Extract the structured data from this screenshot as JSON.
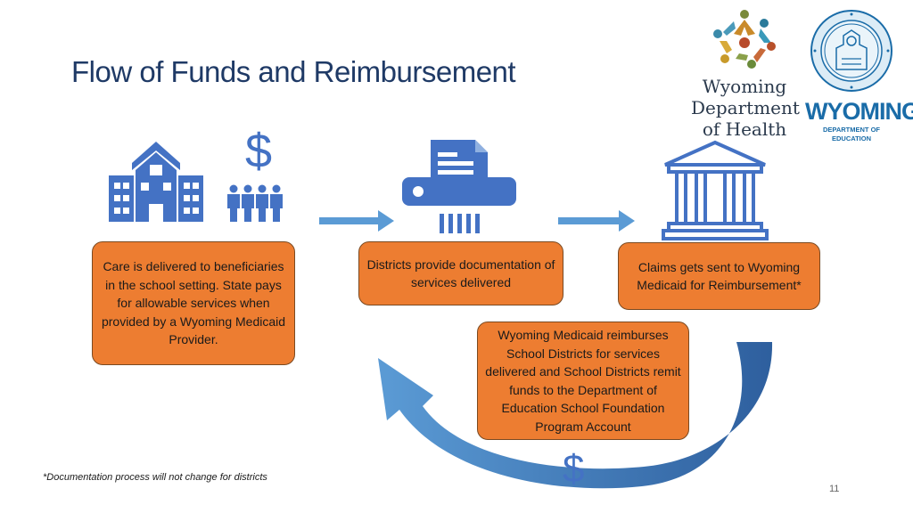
{
  "title": "Flow of Funds and Reimbursement",
  "boxes": {
    "care": "Care is delivered to beneficiaries in the school setting. State pays for allowable services when provided by a Wyoming Medicaid Provider.",
    "districts": "Districts provide documentation of services delivered",
    "claims": "Claims gets sent to Wyoming Medicaid for Reimbursement*",
    "reimburse": "Wyoming Medicaid reimburses School Districts for services delivered and School Districts remit funds to the Department of Education School Foundation Program Account"
  },
  "symbols": {
    "dollar": "$"
  },
  "footnote": "*Documentation process will not change for districts",
  "page_number": "11",
  "logos": {
    "health": {
      "line1": "Wyoming",
      "line2": "Department",
      "line3": "of Health"
    },
    "education": {
      "line1": "WYOMING",
      "line2": "DEPARTMENT OF EDUCATION"
    }
  },
  "colors": {
    "accent_blue": "#4472c4",
    "box_orange": "#ed7d31",
    "title_navy": "#1f3a66",
    "arrow_blue": "#5b9bd5"
  },
  "icons": [
    "school-icon",
    "people-icon",
    "fax-icon",
    "government-building-icon",
    "wdh-logo-icon",
    "wy-seal-icon"
  ]
}
